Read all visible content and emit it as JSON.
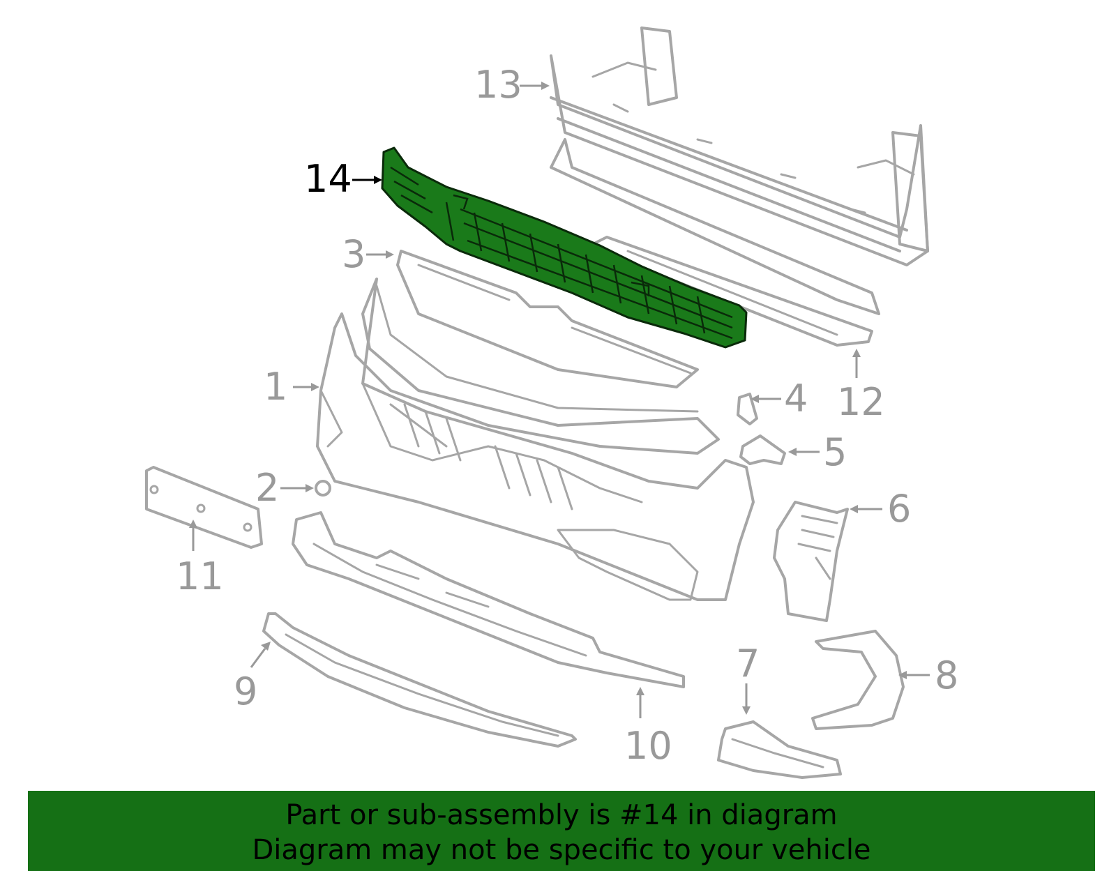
{
  "diagram": {
    "highlight_color": "#1a7a1a",
    "part_color": "#a6a6a6",
    "callouts": [
      {
        "id": "c1",
        "label": "1"
      },
      {
        "id": "c2",
        "label": "2"
      },
      {
        "id": "c3",
        "label": "3"
      },
      {
        "id": "c4",
        "label": "4"
      },
      {
        "id": "c5",
        "label": "5"
      },
      {
        "id": "c6",
        "label": "6"
      },
      {
        "id": "c7",
        "label": "7"
      },
      {
        "id": "c8",
        "label": "8"
      },
      {
        "id": "c9",
        "label": "9"
      },
      {
        "id": "c10",
        "label": "10"
      },
      {
        "id": "c11",
        "label": "11"
      },
      {
        "id": "c12",
        "label": "12"
      },
      {
        "id": "c13",
        "label": "13"
      },
      {
        "id": "c14",
        "label": "14",
        "highlighted": true
      }
    ]
  },
  "banner": {
    "line1": "Part or sub-assembly is #14 in diagram",
    "line2": "Diagram may not be specific to your vehicle",
    "background": "#157015"
  }
}
